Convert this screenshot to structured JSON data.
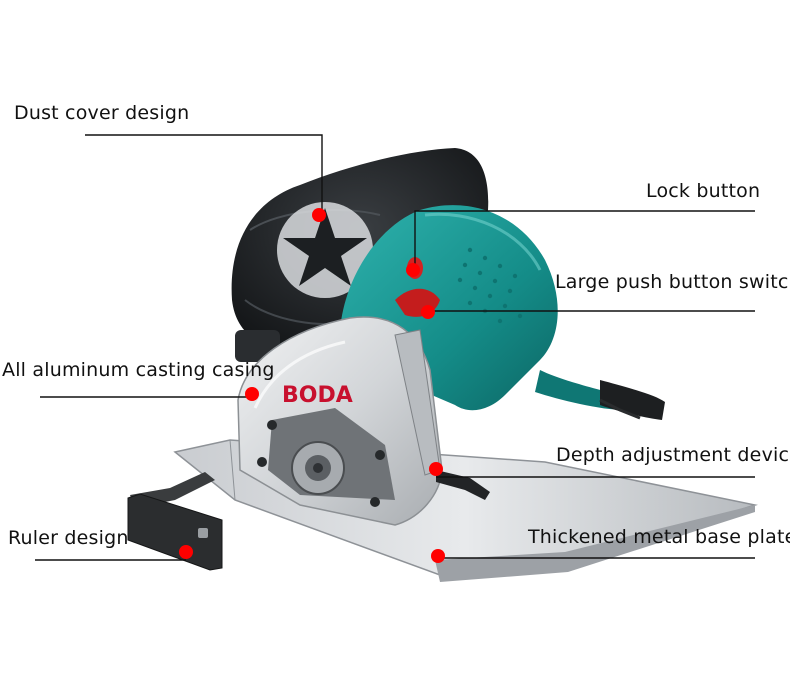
{
  "product": {
    "brand_logo_text": "BODA"
  },
  "annotations": [
    {
      "id": "dust-cover",
      "label": "Dust cover design"
    },
    {
      "id": "lock-button",
      "label": "Lock button"
    },
    {
      "id": "push-switch",
      "label": "Large push button switch"
    },
    {
      "id": "casing",
      "label": "All aluminum casting casing"
    },
    {
      "id": "depth",
      "label": "Depth adjustment device"
    },
    {
      "id": "ruler",
      "label": "Ruler design"
    },
    {
      "id": "base-plate",
      "label": "Thickened metal base plate"
    }
  ],
  "colors": {
    "marker": "#ff0000",
    "leader_line": "#111111",
    "body_teal": "#1a9a96",
    "casing_silver": "#cfd3d6",
    "dust_bag": "#1c1f22",
    "brand_red": "#c8102e"
  }
}
